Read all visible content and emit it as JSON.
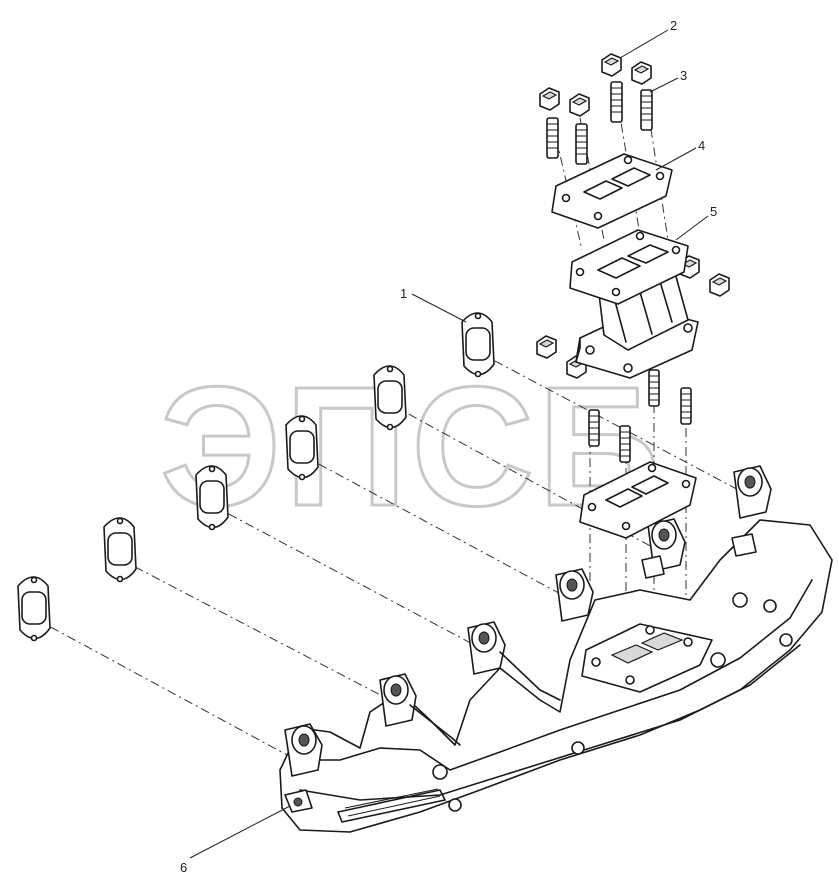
{
  "watermark": {
    "text": "ЭПСБ"
  },
  "callouts": [
    {
      "id": "1",
      "label": "1"
    },
    {
      "id": "2",
      "label": "2"
    },
    {
      "id": "3",
      "label": "3"
    },
    {
      "id": "4",
      "label": "4"
    },
    {
      "id": "5",
      "label": "5"
    },
    {
      "id": "6",
      "label": "6"
    }
  ]
}
